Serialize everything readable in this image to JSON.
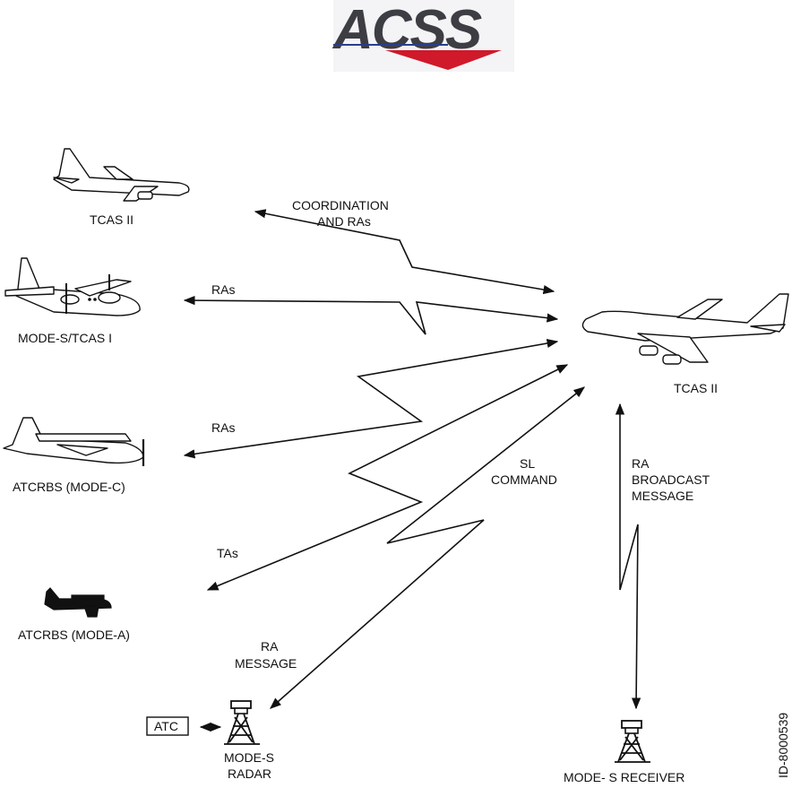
{
  "logo": {
    "text": "ACSS",
    "colors": {
      "letters": "#3d3d44",
      "swoosh": "#d0192a",
      "underline": "#2a3f8a"
    }
  },
  "aircraft": {
    "tcas2_left": "TCAS II",
    "mode_s_tcas1": "MODE-S/TCAS I",
    "atcrbs_mode_c": "ATCRBS (MODE-C)",
    "atcrbs_mode_a": "ATCRBS (MODE-A)",
    "tcas2_own": "TCAS II"
  },
  "links": {
    "coordination_line1": "COORDINATION",
    "coordination_line2": "AND RAs",
    "ras_upper": "RAs",
    "ras_lower": "RAs",
    "tas": "TAs",
    "sl_line1": "SL",
    "sl_line2": "COMMAND",
    "ra_msg_line1": "RA",
    "ra_msg_line2": "MESSAGE",
    "broadcast_line1": "RA",
    "broadcast_line2": "BROADCAST",
    "broadcast_line3": "MESSAGE"
  },
  "ground": {
    "atc": "ATC",
    "radar_line1": "MODE-S",
    "radar_line2": "RADAR",
    "receiver": "MODE- S RECEIVER"
  },
  "figure_id": "ID-8000539"
}
